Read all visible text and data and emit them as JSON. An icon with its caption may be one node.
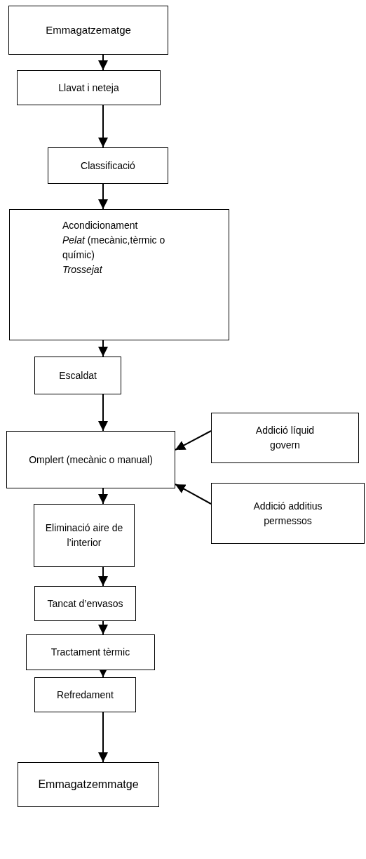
{
  "diagram": {
    "nodes": [
      {
        "text": [
          "Emmagatzematge"
        ]
      },
      {
        "text": [
          "Llavat i neteja"
        ]
      },
      {
        "text": [
          "Classificació"
        ]
      },
      {
        "text": [
          "Acondicionament",
          "*Pelat* (mecànic,tèrmic o químic)",
          "Trossejat"
        ]
      },
      {
        "text": [
          "Escaldat"
        ]
      },
      {
        "text": [
          "Omplert (mecànic o manual)"
        ]
      },
      {
        "text": [
          "Addició líquid govern"
        ]
      },
      {
        "text": [
          "Addició additius permessos"
        ]
      },
      {
        "text": [
          "Eliminació aire de l’interior"
        ]
      },
      {
        "text": [
          "Tancat d’envasos"
        ]
      },
      {
        "text": [
          "Tractament tèrmic"
        ]
      },
      {
        "text": [
          "Refredament"
        ]
      },
      {
        "text": [
          "Emmagatzemmatge"
        ]
      }
    ],
    "edges": [
      {
        "from": 0,
        "to": 1,
        "arrow": "to"
      },
      {
        "from": 1,
        "to": 2,
        "arrow": "to"
      },
      {
        "from": 2,
        "to": 3,
        "arrow": "to"
      },
      {
        "from": 3,
        "to": 4,
        "arrow": "to"
      },
      {
        "from": 4,
        "to": 5,
        "arrow": "to"
      },
      {
        "from": 6,
        "to": 5,
        "arrow": "to"
      },
      {
        "from": 7,
        "to": 5,
        "arrow": "to"
      },
      {
        "from": 5,
        "to": 8,
        "arrow": "to"
      },
      {
        "from": 8,
        "to": 9,
        "arrow": "to"
      },
      {
        "from": 9,
        "to": 10,
        "arrow": "to"
      },
      {
        "from": 10,
        "to": 11,
        "arrow": "to"
      },
      {
        "from": 11,
        "to": 12,
        "arrow": "to"
      }
    ]
  }
}
